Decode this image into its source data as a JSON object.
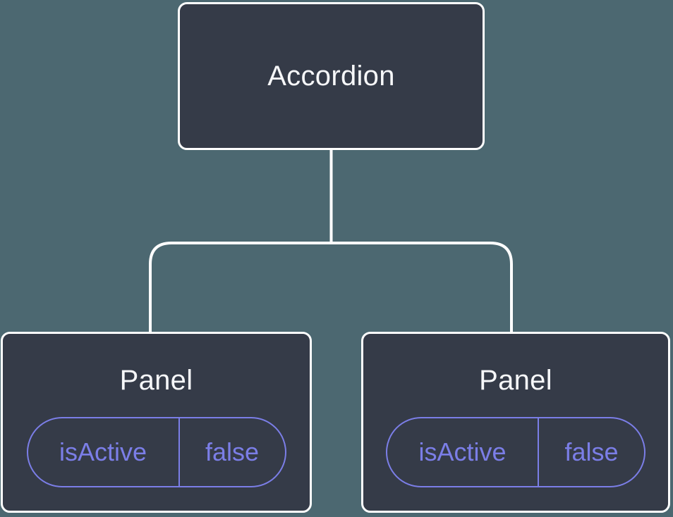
{
  "diagram": {
    "root": {
      "label": "Accordion"
    },
    "children": [
      {
        "label": "Panel",
        "state": {
          "name": "isActive",
          "value": "false"
        }
      },
      {
        "label": "Panel",
        "state": {
          "name": "isActive",
          "value": "false"
        }
      }
    ],
    "colors": {
      "background": "#4C6871",
      "node_fill": "#353B48",
      "node_border": "#FFFFFF",
      "node_text": "#F6F7F9",
      "state_accent": "#7B7EE7",
      "connector": "#FFFFFF"
    }
  }
}
